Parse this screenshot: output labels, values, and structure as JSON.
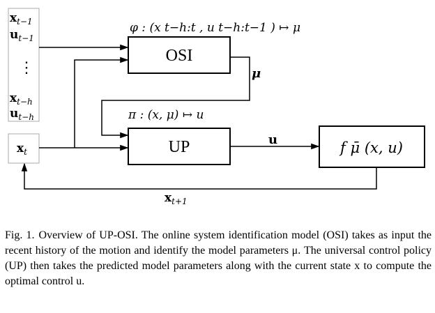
{
  "history_stack": {
    "x_t_minus_1": "x",
    "x_t_minus_1_sub": "t−1",
    "u_t_minus_1": "u",
    "u_t_minus_1_sub": "t−1",
    "ellipsis": "⋮",
    "x_t_minus_h": "x",
    "x_t_minus_h_sub": "t−h",
    "u_t_minus_h": "u",
    "u_t_minus_h_sub": "t−h"
  },
  "current_state": {
    "symbol": "x",
    "sub": "t"
  },
  "osi": {
    "label": "OSI",
    "mapping": "φ : (x t−h:t , u t−h:t−1 ) ↦ μ",
    "output": "μ"
  },
  "up": {
    "label": "UP",
    "mapping": "π : (x, μ) ↦ u",
    "output": "u"
  },
  "dynamics": {
    "label": "f μ̄ (x, u)"
  },
  "feedback": {
    "symbol": "x",
    "sub": "t+1"
  },
  "caption": {
    "fig_label": "Fig. 1.",
    "text": "Overview of UP-OSI. The online system identification model (OSI) takes as input the recent history of the motion and identify the model parameters μ. The universal control policy (UP) then takes the predicted model parameters along with the current state x to compute the optimal control u."
  }
}
